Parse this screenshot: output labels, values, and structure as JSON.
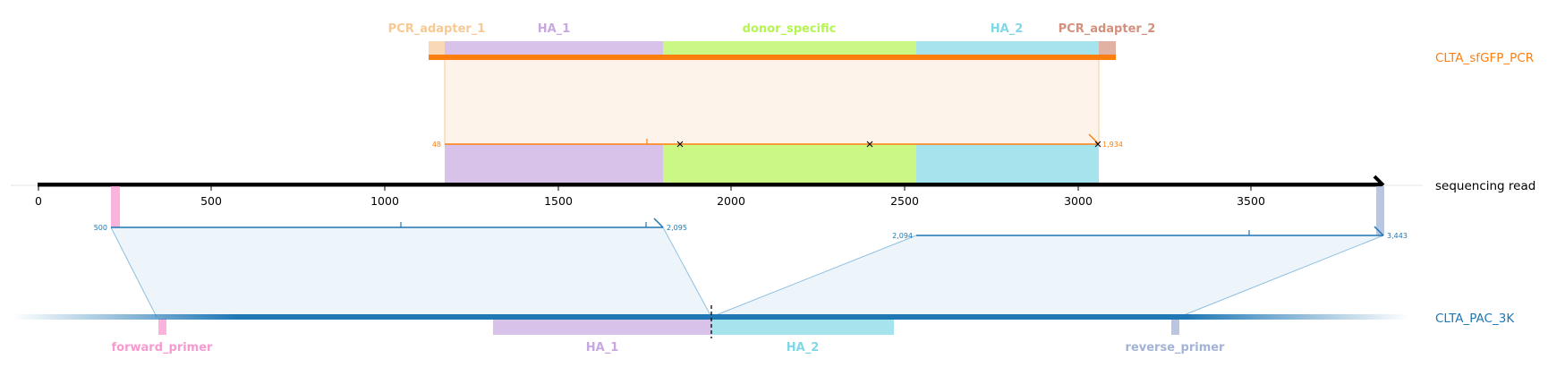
{
  "pcr_track": {
    "label": "CLTA_sfGFP_PCR",
    "color": "#ff7f0e",
    "start_label": "48",
    "end_label": "1,934",
    "features": [
      {
        "label": "PCR_adapter_1",
        "color": "#f7c995"
      },
      {
        "label": "HA_1",
        "color": "#c9a8e0"
      },
      {
        "label": "donor_specific",
        "color": "#b5f550"
      },
      {
        "label": "HA_2",
        "color": "#7fd8e6"
      },
      {
        "label": "PCR_adapter_2",
        "color": "#d4907c"
      }
    ]
  },
  "read_track": {
    "label": "sequencing read",
    "axis_ticks": [
      "0",
      "500",
      "1000",
      "1500",
      "2000",
      "2500",
      "3000",
      "3500"
    ]
  },
  "left_alignment": {
    "start_label": "500",
    "end_label": "2,095",
    "color": "#1f77b4"
  },
  "right_alignment": {
    "start_label": "2,094",
    "end_label": "3,443",
    "color": "#1f77b4"
  },
  "plasmid_track": {
    "label": "CLTA_PAC_3K",
    "color": "#1f77b4",
    "features": [
      {
        "label": "forward_primer",
        "color": "#f79ad0"
      },
      {
        "label": "HA_1",
        "color": "#c9a8e0"
      },
      {
        "label": "HA_2",
        "color": "#7fd8e6"
      },
      {
        "label": "reverse_primer",
        "color": "#a3b3d6"
      }
    ]
  }
}
